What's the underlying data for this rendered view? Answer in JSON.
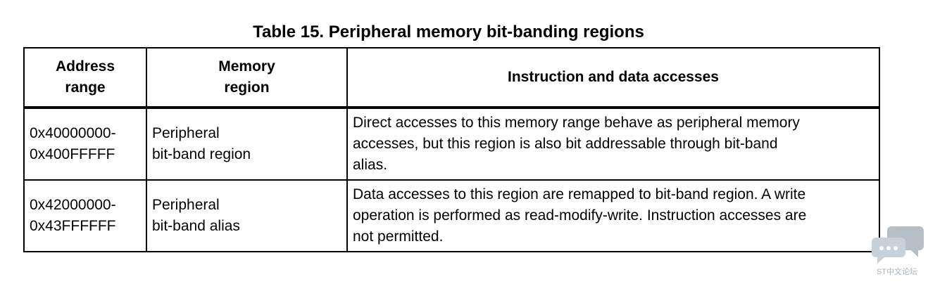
{
  "caption": "Table 15. Peripheral memory bit-banding regions",
  "table": {
    "headers": [
      [
        "Address",
        "range"
      ],
      [
        "Memory",
        "region"
      ],
      [
        "Instruction and data accesses"
      ]
    ],
    "rows": [
      {
        "address": [
          "0x40000000-",
          "0x400FFFFF"
        ],
        "region": [
          "Peripheral",
          "bit-band region"
        ],
        "accesses": [
          "Direct accesses to this memory range behave as peripheral memory",
          "accesses, but this region is also bit addressable through bit-band",
          "alias."
        ]
      },
      {
        "address": [
          "0x42000000-",
          "0x43FFFFFF"
        ],
        "region": [
          "Peripheral",
          "bit-band alias"
        ],
        "accesses": [
          "Data accesses to this region are remapped to bit-band region. A write",
          "operation is performed as read-modify-write. Instruction accesses are",
          "not permitted."
        ]
      }
    ]
  },
  "watermark": {
    "text": "ST中文论坛",
    "icon": "chat-bubbles-icon",
    "color": "#a9b3bd"
  }
}
